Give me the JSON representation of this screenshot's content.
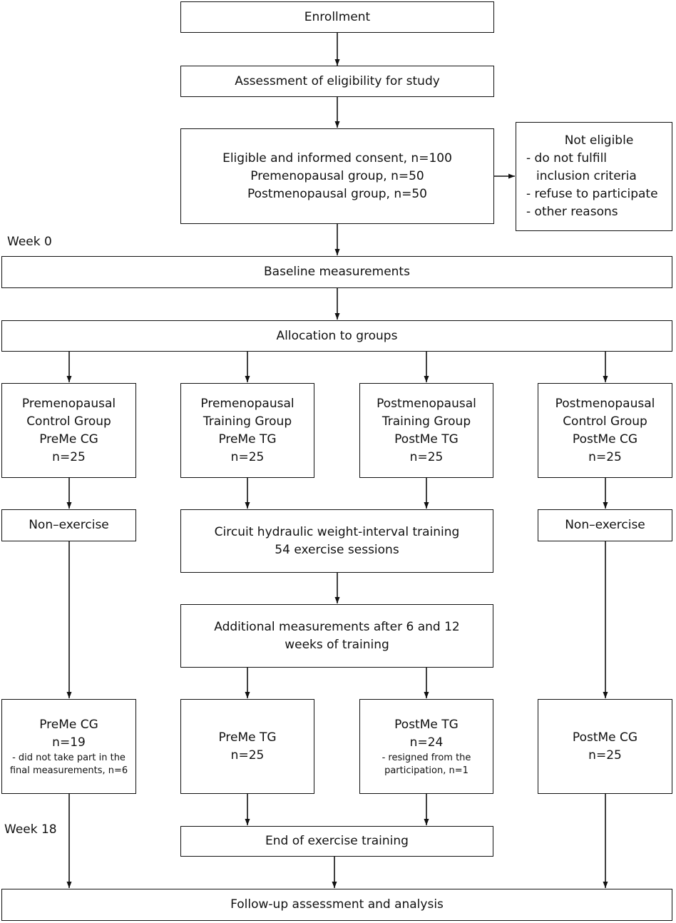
{
  "boxes": {
    "enrollment": "Enrollment",
    "eligibility": "Assessment of eligibility for study",
    "consent": [
      "Eligible and informed consent, n=100",
      "Premenopausal group, n=50",
      "Postmenopausal group, n=50"
    ],
    "not_eligible": {
      "title": "Not eligible",
      "items": [
        " - do not fulfill",
        "inclusion criteria",
        "- refuse to participate",
        "- other reasons"
      ]
    },
    "baseline": "Baseline measurements",
    "allocation": "Allocation to groups",
    "groups": [
      [
        "Premenopausal",
        "Control Group",
        "PreMe CG",
        "n=25"
      ],
      [
        "Premenopausal",
        "Training Group",
        "PreMe TG",
        "n=25"
      ],
      [
        "Postmenopausal",
        "Training Group",
        "PostMe TG",
        "n=25"
      ],
      [
        "Postmenopausal",
        "Control Group",
        "PostMe CG",
        "n=25"
      ]
    ],
    "non_exercise_left": "Non–exercise",
    "non_exercise_right": "Non–exercise",
    "training": [
      "Circuit hydraulic weight-interval training",
      "54 exercise sessions"
    ],
    "additional": [
      "Additional measurements after 6 and 12",
      "weeks of training"
    ],
    "final": {
      "preme_cg": {
        "lines": [
          "PreMe CG",
          "n=19"
        ],
        "notes": [
          "- did not take part in the",
          "final measurements, n=6"
        ]
      },
      "preme_tg": {
        "lines": [
          "PreMe TG",
          "n=25"
        ]
      },
      "postme_tg": {
        "lines": [
          "PostMe TG",
          "n=24"
        ],
        "notes": [
          "- resigned from the",
          "participation, n=1"
        ]
      },
      "postme_cg": {
        "lines": [
          "PostMe CG",
          "n=25"
        ]
      }
    },
    "end_training": "End of exercise training",
    "follow_up": "Follow-up assessment and analysis"
  },
  "labels": {
    "week0": "Week 0",
    "week18": "Week 18"
  }
}
